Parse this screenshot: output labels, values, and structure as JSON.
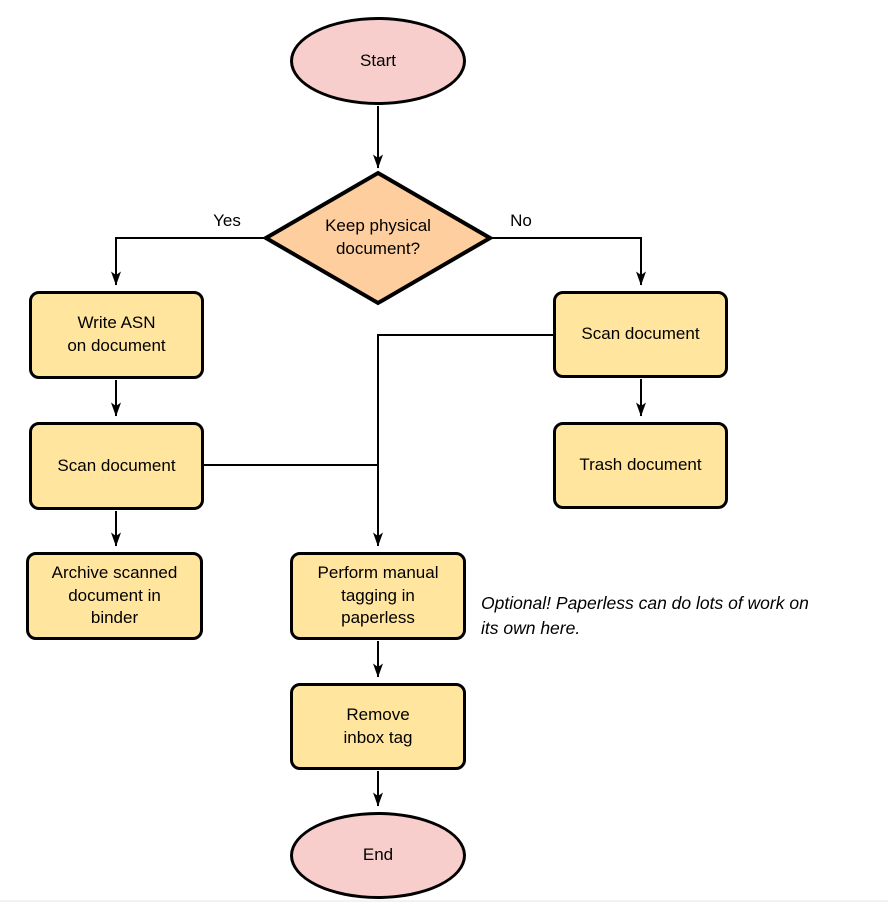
{
  "diagram_type": "flowchart",
  "colors": {
    "terminal_fill": "#f8cecc",
    "decision_fill": "#ffce9e",
    "process_fill": "#ffe59e",
    "stroke": "#000000",
    "background": "#ffffff"
  },
  "nodes": {
    "start": {
      "type": "terminal",
      "label": "Start",
      "lines": [
        "Start"
      ]
    },
    "decision": {
      "type": "decision",
      "label": "Keep physical document?",
      "lines": [
        "Keep physical",
        "document?"
      ]
    },
    "write_asn": {
      "type": "process",
      "label": "Write ASN on document",
      "lines": [
        "Write ASN",
        "on document"
      ]
    },
    "scan_left": {
      "type": "process",
      "label": "Scan document",
      "lines": [
        "Scan document"
      ]
    },
    "archive": {
      "type": "process",
      "label": "Archive scanned document in binder",
      "lines": [
        "Archive scanned",
        "document in",
        "binder"
      ]
    },
    "scan_right": {
      "type": "process",
      "label": "Scan document",
      "lines": [
        "Scan document"
      ]
    },
    "trash": {
      "type": "process",
      "label": "Trash document",
      "lines": [
        "Trash document"
      ]
    },
    "tagging": {
      "type": "process",
      "label": "Perform manual tagging in paperless",
      "lines": [
        "Perform manual",
        "tagging in",
        "paperless"
      ]
    },
    "remove_inbox": {
      "type": "process",
      "label": "Remove inbox tag",
      "lines": [
        "Remove",
        "inbox tag"
      ]
    },
    "end": {
      "type": "terminal",
      "label": "End",
      "lines": [
        "End"
      ]
    }
  },
  "edge_labels": {
    "yes": "Yes",
    "no": "No"
  },
  "note": {
    "text": "Optional! Paperless can do lots of work on its own here.",
    "lines": [
      "Optional! Paperless can do lots of work on",
      "its own here."
    ]
  }
}
